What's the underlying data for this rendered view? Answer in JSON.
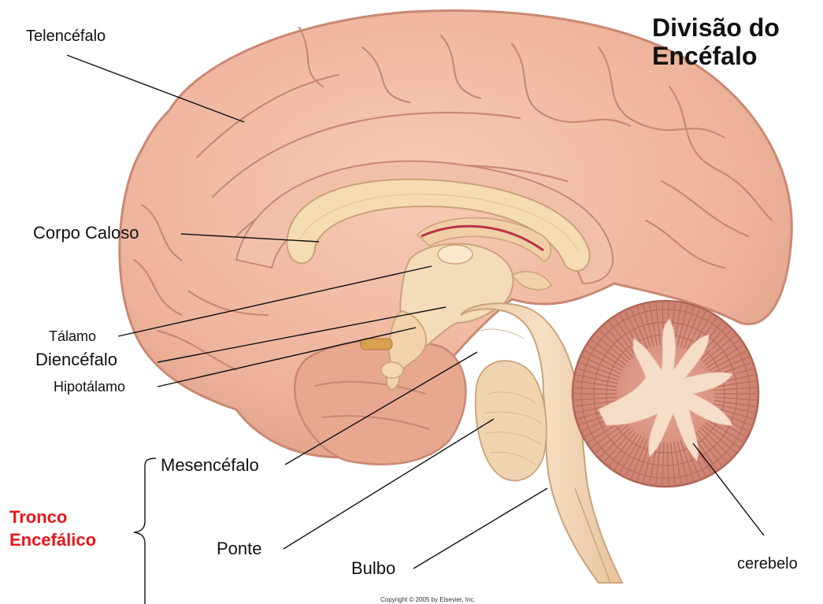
{
  "title": {
    "line1": "Divisão do",
    "line2": "Encéfalo"
  },
  "labels": {
    "telencefalo": "Telencéfalo",
    "corpo_caloso": "Corpo Caloso",
    "talamo": "Tálamo",
    "diencefalo": "Diencéfalo",
    "hipotalamo": "Hipotálamo",
    "mesencefalo": "Mesencéfalo",
    "ponte": "Ponte",
    "bulbo": "Bulbo",
    "cerebelo": "cerebelo"
  },
  "tronco": {
    "line1": "Tronco",
    "line2": "Encefálico",
    "color": "#e8161b"
  },
  "copyright": "Copyright © 2005 by Elsevier, Inc.",
  "colors": {
    "cortex": "#f0b8a0",
    "cortex_edge": "#c98872",
    "white_matter": "#f5dcb2",
    "brainstem": "#f2d6b3",
    "cerebellum": "#d98f7e",
    "cerebellum_core": "#f6ddc8"
  }
}
